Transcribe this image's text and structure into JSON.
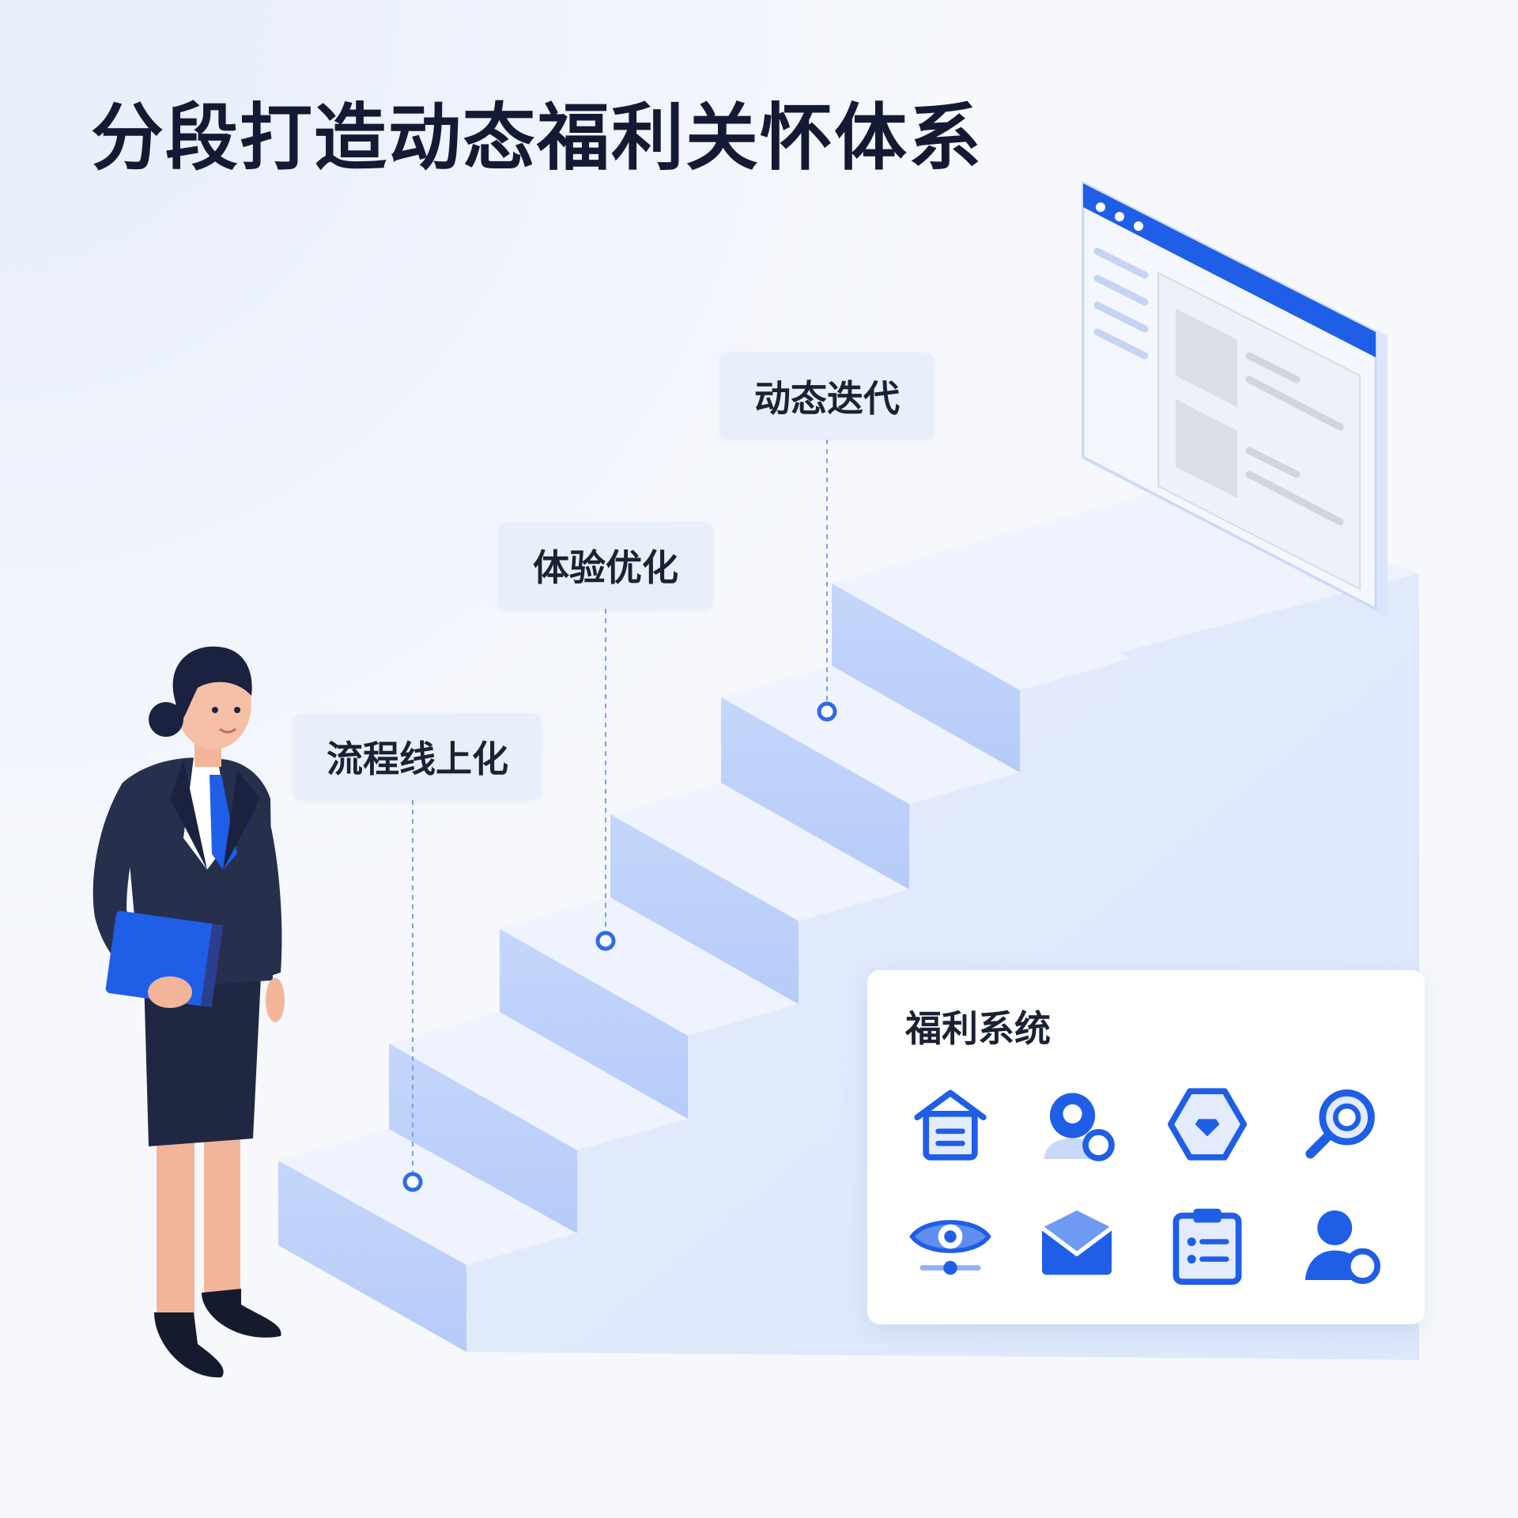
{
  "title": "分段打造动态福利关怀体系",
  "steps": [
    {
      "label": "流程线上化"
    },
    {
      "label": "体验优化"
    },
    {
      "label": "动态迭代"
    }
  ],
  "card": {
    "title": "福利系统",
    "icons": [
      "home-document-icon",
      "user-gear-icon",
      "diamond-badge-icon",
      "search-icon",
      "eye-flow-icon",
      "mail-icon",
      "clipboard-list-icon",
      "user-settings-icon"
    ]
  },
  "colors": {
    "accent": "#1f5ee6",
    "step_light": "#bfd3fb",
    "step_top": "#eef3fd",
    "title": "#141a33"
  }
}
